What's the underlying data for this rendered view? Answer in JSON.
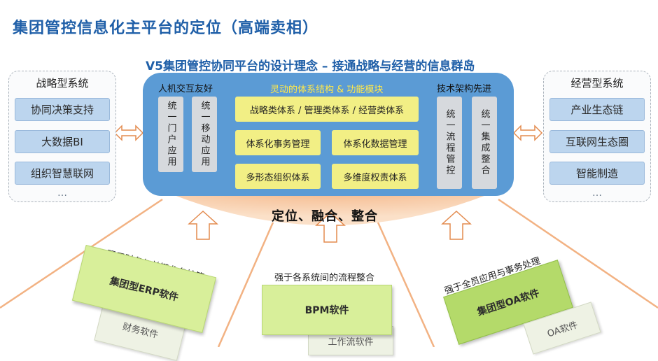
{
  "title": "集团管控信息化主平台的定位（高端卖相）",
  "subtitle": "V5集团管控协同平台的设计理念 – 接通战略与经营的信息群岛",
  "left_panel": {
    "title": "战略型系统",
    "items": [
      "协同决策支持",
      "大数据BI",
      "组织智慧联网"
    ],
    "more": "…"
  },
  "right_panel": {
    "title": "经营型系统",
    "items": [
      "产业生态链",
      "互联网生态圈",
      "智能制造"
    ],
    "more": "…"
  },
  "platform": {
    "interaction_header": "人机交互友好",
    "interaction_cols": [
      "统一门户应用",
      "统一移动应用"
    ],
    "center_header": "灵动的体系结构 & 功能模块",
    "center_boxes": [
      "战略类体系 / 管理类体系 / 经营类体系",
      "体系化事务管理",
      "体系化数据管理",
      "多形态组织体系",
      "多维度权责体系"
    ],
    "tech_header": "技术架构先进",
    "tech_cols": [
      "统一流程管控",
      "统一集成整合"
    ]
  },
  "slogan": "定位、融合、整合",
  "bottom": {
    "left": {
      "label": "强于财务与关键业务核算",
      "main": "集团型ERP软件",
      "secondary": "财务软件"
    },
    "center": {
      "label": "强于各系统间的流程整合",
      "main": "BPM软件",
      "secondary": "工作流软件"
    },
    "right": {
      "label": "强于全员应用与事务处理",
      "main": "集团型OA软件",
      "secondary": "OA软件"
    }
  },
  "colors": {
    "accent_blue": "#1f5fa8",
    "platform": "#5b9bd5",
    "module_yellow": "#f2ef85",
    "software_green": "#d8ef9a",
    "arrow_orange": "#e38b4f"
  }
}
